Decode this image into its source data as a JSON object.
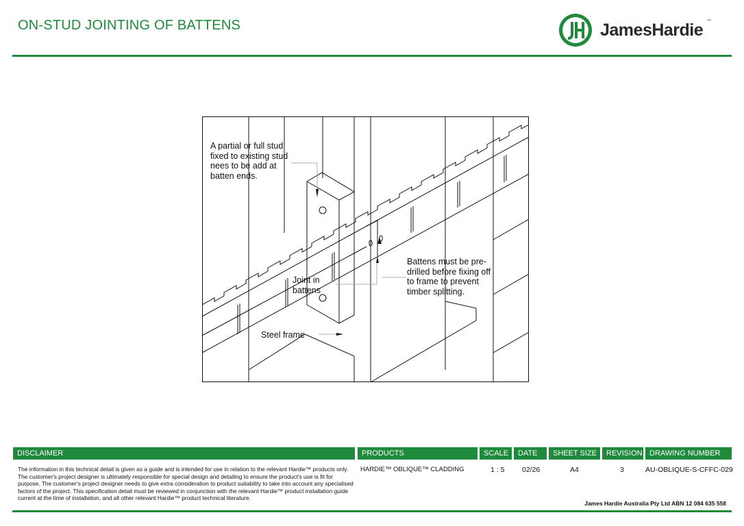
{
  "header": {
    "title": "ON-STUD JOINTING OF BATTENS",
    "logo_text": "JamesHardie",
    "logo_tm": "™",
    "brand_color": "#1f8a3b"
  },
  "drawing": {
    "note_stud": "A partial or full stud\nfixed to existing stud\nnees to be add at\nbatten ends.",
    "note_predrill": "Battens must be pre-\ndrilled before fixing off\nto frame to prevent\ntimber splitting.",
    "note_joint": "Joint in\nbattens",
    "note_frame": "Steel frame"
  },
  "title_block": {
    "headers": {
      "disclaimer": "DISCLAIMER",
      "products": "PRODUCTS",
      "scale": "SCALE",
      "date": "DATE",
      "sheet_size": "SHEET SIZE",
      "revision": "REVISION",
      "drawing_number": "DRAWING NUMBER"
    },
    "disclaimer_text": "The information in this technical detail is given as a guide and is intended for use in relation to the relevant Hardie™ products only. The customer's project designer is ultimately responsible for special design and detailing to ensure the product's use is fit for purpose. The customer's project designer needs to give extra consideration to product suitability to take into account any specialised factors of the project. This specification detail must be reviewed in conjunction with the relevant Hardie™ product installation guide current at the time of installation, and all other relevant Hardie™ product technical literature.",
    "products": "HARDIE™ OBLIQUE™ CLADDING",
    "scale": "1 : 5",
    "date": "02/26",
    "sheet_size": "A4",
    "revision": "3",
    "drawing_number": "AU-OBLIQUE-S-CFFC-029"
  },
  "footer": {
    "company": "James Hardie Australia Pty Ltd ABN 12 084 635 558"
  }
}
